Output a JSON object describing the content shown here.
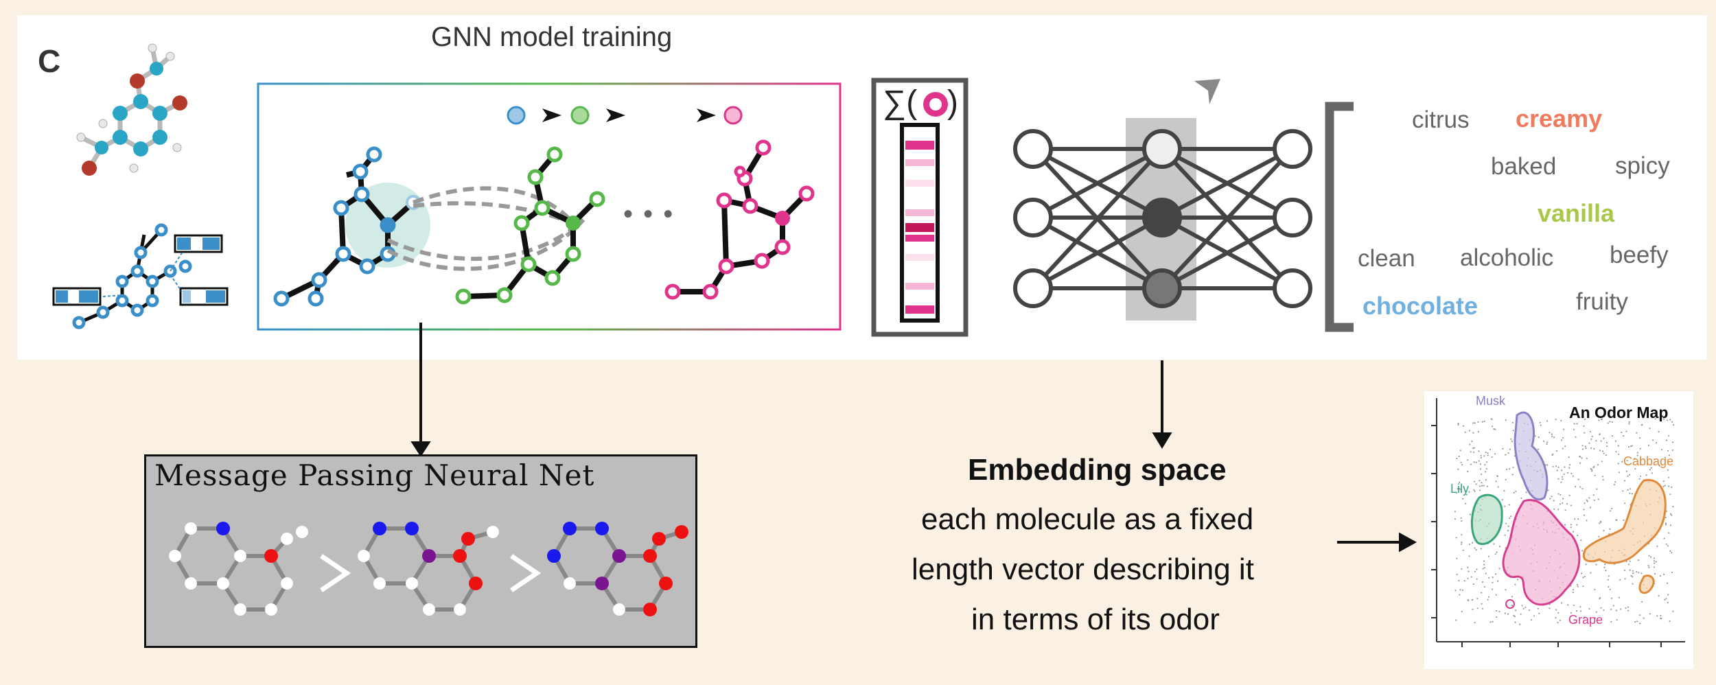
{
  "panel_label": "C",
  "gnn_title": "GNN model training",
  "sum_symbol": "∑(",
  "sum_close": ")",
  "ellipsis": "• • •",
  "odor_words": [
    "citrus",
    "creamy",
    "baked",
    "spicy",
    "vanilla",
    "clean",
    "alcoholic",
    "beefy",
    "chocolate",
    "fruity"
  ],
  "mpnn_title": "Message Passing Neural Net",
  "embedding": {
    "title": "Embedding space",
    "lines": [
      "each molecule as a fixed",
      "length vector describing it",
      "in terms of its odor"
    ]
  },
  "odor_map": {
    "title": "An Odor Map",
    "labels": [
      "Musk",
      "Lily",
      "Cabbage",
      "Grape"
    ]
  },
  "colors": {
    "blue": "#3a8fc8",
    "green": "#57b84a",
    "pink": "#e0338c",
    "creamy": "#f07a5e",
    "vanilla": "#a9c84a",
    "chocolate": "#6fb0e0",
    "musk": "#8b80c4",
    "lily": "#3aa57a",
    "cabbage": "#e0893a",
    "grape": "#d63d8f"
  }
}
